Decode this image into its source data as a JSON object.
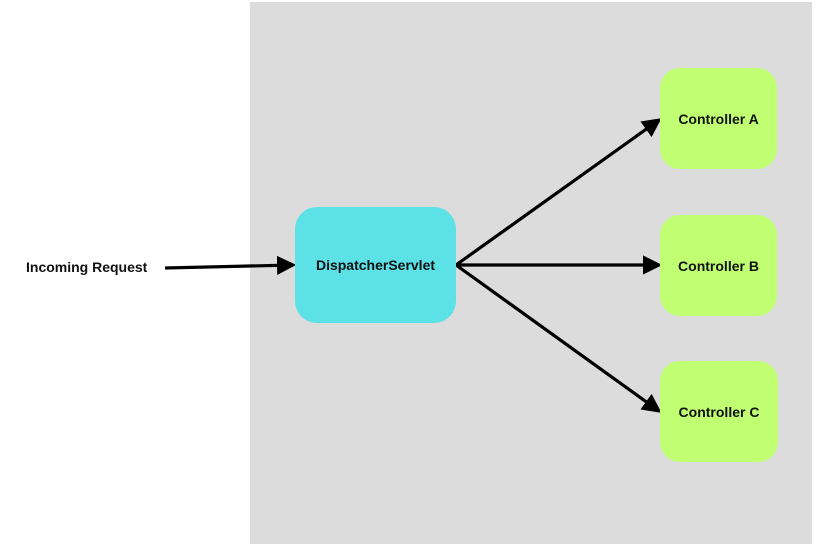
{
  "diagram": {
    "incoming_label": "Incoming Request",
    "dispatcher_label": "DispatcherServlet",
    "controllers": [
      {
        "label": "Controller A"
      },
      {
        "label": "Controller B"
      },
      {
        "label": "Controller C"
      }
    ]
  },
  "colors": {
    "panel_background": "#dcdcdc",
    "dispatcher_fill": "#5ce1e6",
    "controller_fill": "#c1ff72",
    "arrow": "#000000",
    "text": "#111111"
  }
}
